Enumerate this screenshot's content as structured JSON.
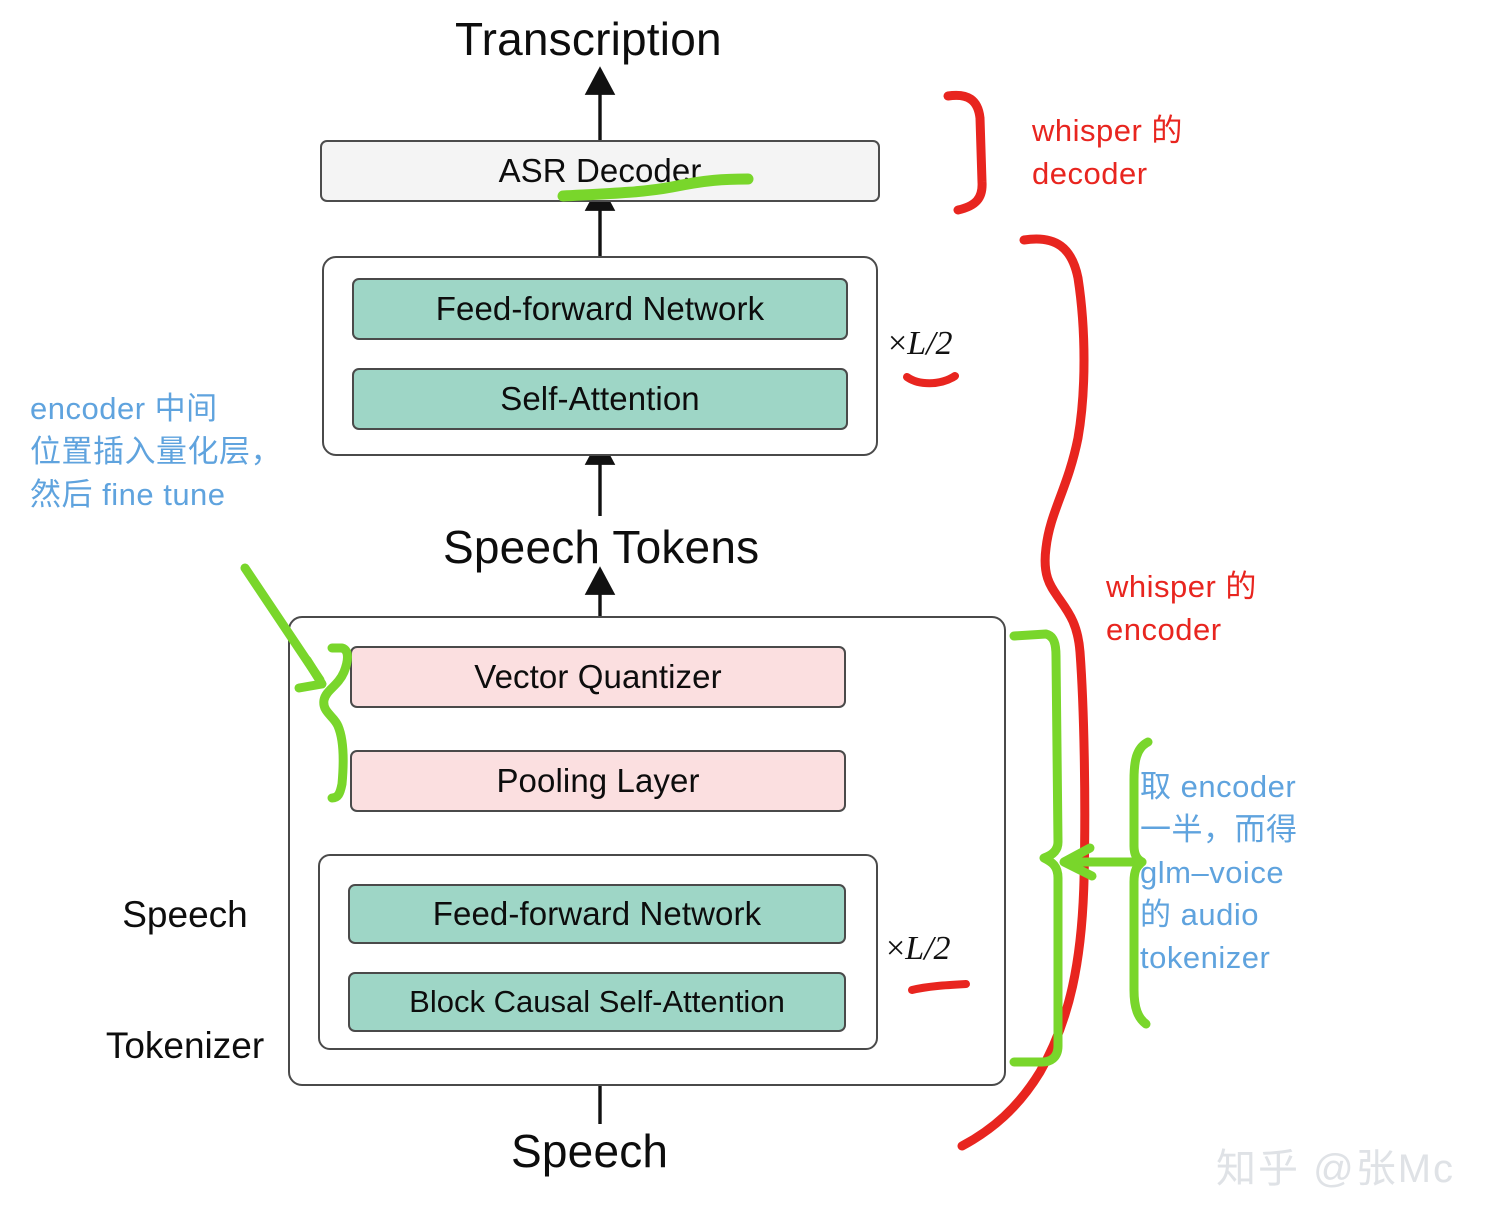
{
  "figure": {
    "title_top": "Transcription",
    "title_bottom": "Speech",
    "mid_label": "Speech Tokens",
    "group_label_line1": "Speech",
    "group_label_line2": "Tokenizer"
  },
  "blocks": {
    "asr_decoder": "ASR Decoder",
    "encoder_ffn": "Feed-forward Network",
    "encoder_attn": "Self-Attention",
    "vector_quantizer": "Vector Quantizer",
    "pooling_layer": "Pooling Layer",
    "tokenizer_ffn": "Feed-forward Network",
    "tokenizer_attn": "Block Causal Self-Attention"
  },
  "multipliers": {
    "upper": "×L/2",
    "lower": "×L/2",
    "symbol": "×",
    "value": "L/2"
  },
  "annotations": {
    "red_decoder": "whisper 的\ndecoder",
    "red_encoder": "whisper 的\nencoder",
    "blue_left": "encoder 中间\n位置插入量化层，\n然后 fine tune",
    "blue_right": "取 encoder\n一半，而得\nglm–voice\n的 audio\ntokenizer"
  },
  "watermark": "知乎 @张Mc",
  "colors": {
    "teal": "#9ed6c6",
    "pink": "#fbdfe0",
    "grey": "#f4f4f4",
    "annotation_red": "#e8251f",
    "annotation_blue": "#5fa3de",
    "annotation_green": "#79d62b",
    "box_border": "#4a4a4a",
    "watermark": "#dfe2e6"
  }
}
